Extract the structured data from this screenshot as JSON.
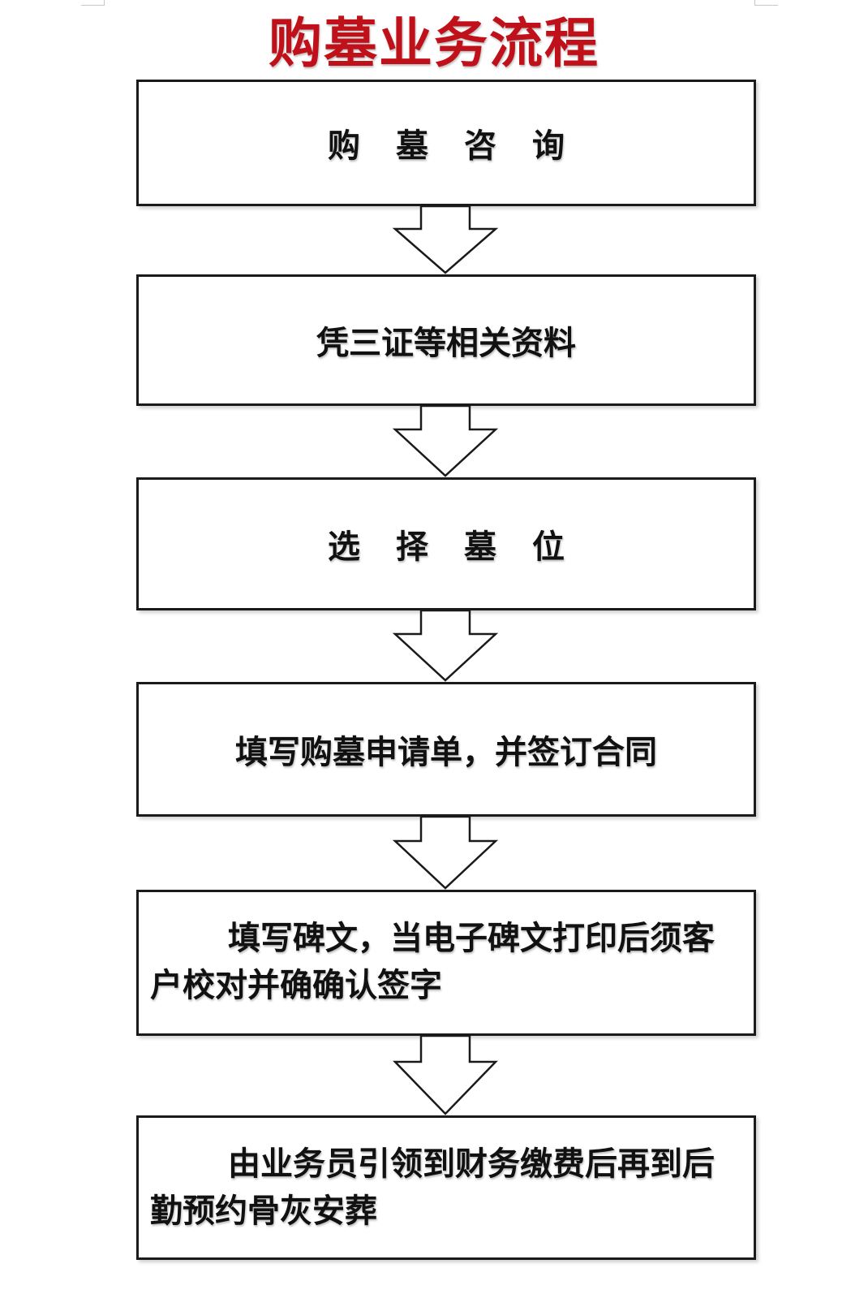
{
  "title": "购墓业务流程",
  "colors": {
    "title": "#c0111a",
    "border": "#1a1a1a",
    "text": "#111111"
  },
  "steps": [
    {
      "label": "购墓咨询"
    },
    {
      "label": "凭三证等相关资料"
    },
    {
      "label": "选择墓位"
    },
    {
      "label": "填写购墓申请单，并签订合同"
    },
    {
      "label": "填写碑文，当电子碑文打印后须客户校对并确确认签字"
    },
    {
      "label": "由业务员引领到财务缴费后再到后勤预约骨灰安葬"
    }
  ]
}
